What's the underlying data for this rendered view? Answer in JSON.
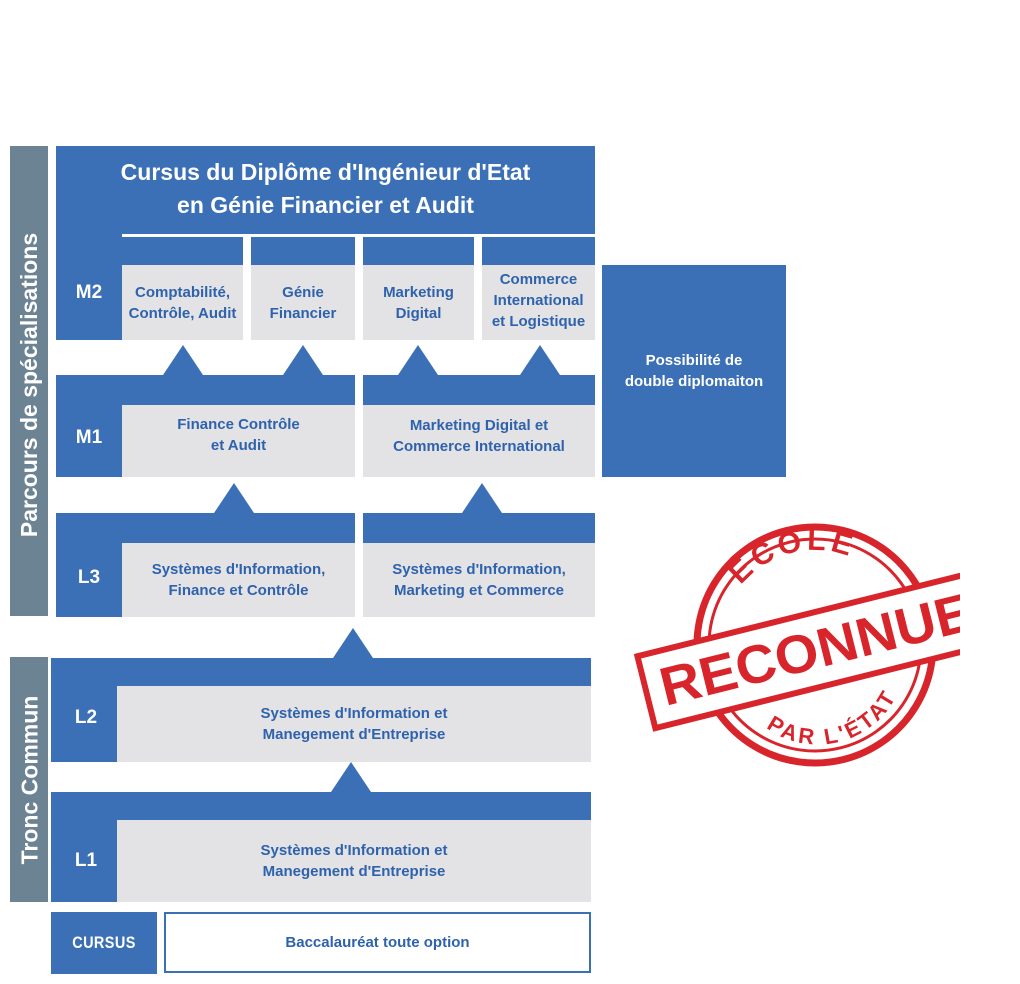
{
  "side_labels": {
    "specialisations": "Parcours de spécialisations",
    "tronc_commun": "Tronc Commun"
  },
  "header": {
    "title_line1": "Cursus du Diplôme d'Ingénieur d'Etat",
    "title_line2": "en Génie Financier et Audit"
  },
  "levels": {
    "m2": "M2",
    "m1": "M1",
    "l3": "L3",
    "l2": "L2",
    "l1": "L1",
    "cursus": "CURSUS"
  },
  "m2_boxes": [
    {
      "line1": "Comptabilité,",
      "line2": "Contrôle, Audit"
    },
    {
      "line1": "Génie",
      "line2": "Financier"
    },
    {
      "line1": "Marketing",
      "line2": "Digital"
    },
    {
      "line1": "Commerce",
      "line2": "International",
      "line3": "et Logistique"
    }
  ],
  "m1_boxes": [
    {
      "line1": "Finance Contrôle",
      "line2": "et Audit"
    },
    {
      "line1": "Marketing Digital et",
      "line2": "Commerce International"
    }
  ],
  "l3_boxes": [
    {
      "line1": "Systèmes d'Information,",
      "line2": "Finance et Contrôle"
    },
    {
      "line1": "Systèmes d'Information,",
      "line2": "Marketing et Commerce"
    }
  ],
  "l2_box": {
    "line1": "Systèmes d'Information et",
    "line2": "Manegement d'Entreprise"
  },
  "l1_box": {
    "line1": "Systèmes d'Information et",
    "line2": "Manegement d'Entreprise"
  },
  "cursus_box": "Baccalauréat toute option",
  "double_diploma": {
    "line1": "Possibilité de",
    "line2": "double diplomaiton"
  },
  "stamp": {
    "top": "ÉCOLE",
    "middle": "RECONNUE",
    "bottom": "PAR L'ÉTAT",
    "color": "#d8252b"
  },
  "colors": {
    "primary_blue": "#3b70b6",
    "grey": "#e3e3e5",
    "slate": "#6c8393",
    "text_blue": "#2f62ad"
  }
}
